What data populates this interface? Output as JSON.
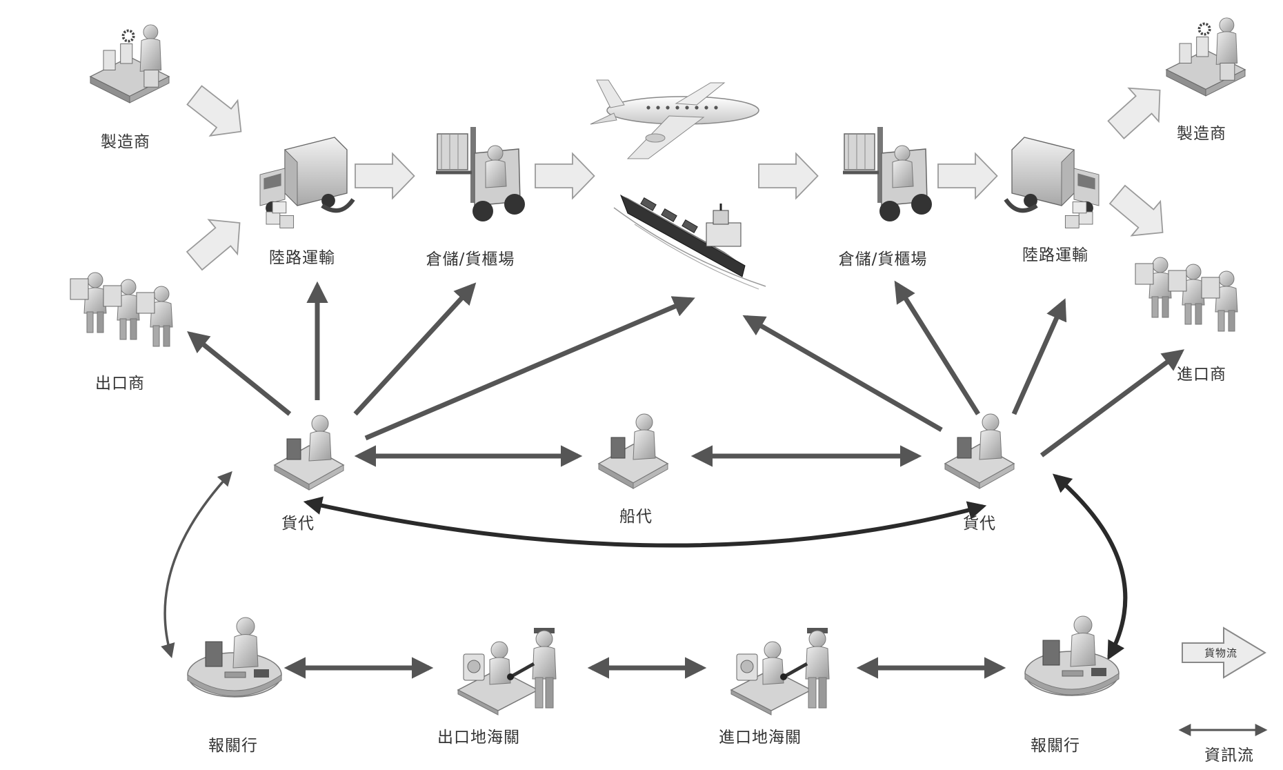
{
  "nodes": {
    "manufacturer_left": "製造商",
    "exporter": "出口商",
    "land_transport_left": "陸路運輸",
    "warehouse_left": "倉儲/貨櫃場",
    "warehouse_right": "倉儲/貨櫃場",
    "land_transport_right": "陸路運輸",
    "manufacturer_right": "製造商",
    "importer": "進口商",
    "forwarder_left": "貨代",
    "shipping_agent": "船代",
    "forwarder_right": "貨代",
    "broker_left": "報關行",
    "customs_export": "出口地海關",
    "customs_import": "進口地海關",
    "broker_right": "報關行"
  },
  "legend": {
    "cargo_flow": "貨物流",
    "info_flow": "資訊流"
  },
  "colors": {
    "cargo_arrow_fill": "#ececec",
    "cargo_arrow_stroke": "#9a9a9a",
    "info_arrow": "#555555",
    "info_arrow_dark": "#2a2a2a",
    "figure": "#bdbdbd"
  }
}
